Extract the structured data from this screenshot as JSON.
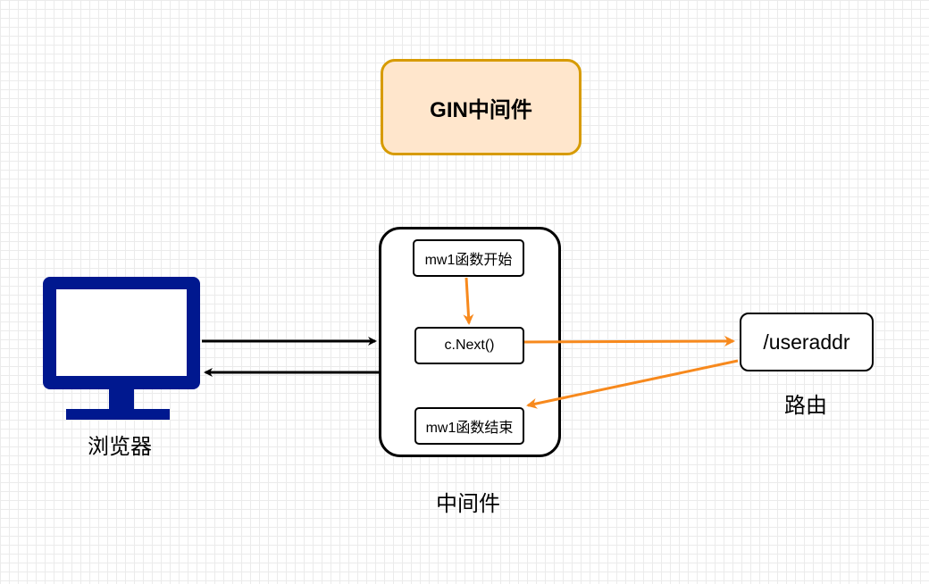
{
  "diagram": {
    "title": "GIN中间件",
    "browser": {
      "icon": "monitor-icon",
      "label": "浏览器",
      "color": "#00188f"
    },
    "middleware": {
      "label": "中间件",
      "steps": [
        "mw1函数开始",
        "c.Next()",
        "mw1函数结束"
      ]
    },
    "route": {
      "path": "/useraddr",
      "label": "路由"
    },
    "colors": {
      "title_fill": "#ffe6cc",
      "title_stroke": "#d79b00",
      "flow_arrow": "#f7891d",
      "request_arrow": "#000000"
    }
  }
}
